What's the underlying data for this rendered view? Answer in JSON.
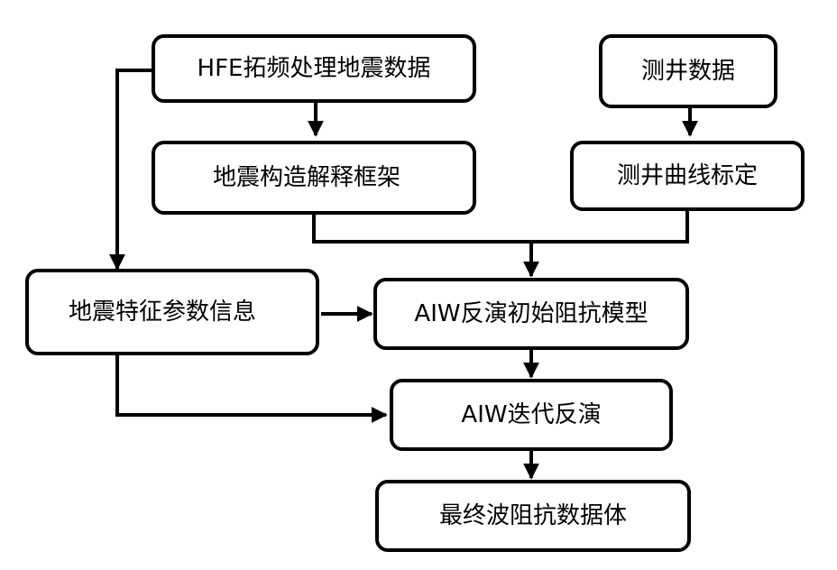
{
  "nodes": {
    "hfe": {
      "label": "HFE拓频处理地震数据"
    },
    "structure": {
      "label": "地震构造解释框架"
    },
    "well_data": {
      "label": "测井数据"
    },
    "well_calib": {
      "label": "测井曲线标定"
    },
    "seismic_attr": {
      "label": "地震特征参数信息"
    },
    "initial_model": {
      "label": "AIW反演初始阻抗模型"
    },
    "iterative": {
      "label": "AIW迭代反演"
    },
    "final": {
      "label": "最终波阻抗数据体"
    }
  },
  "colors": {
    "stroke": "#000000",
    "fill": "#ffffff"
  }
}
